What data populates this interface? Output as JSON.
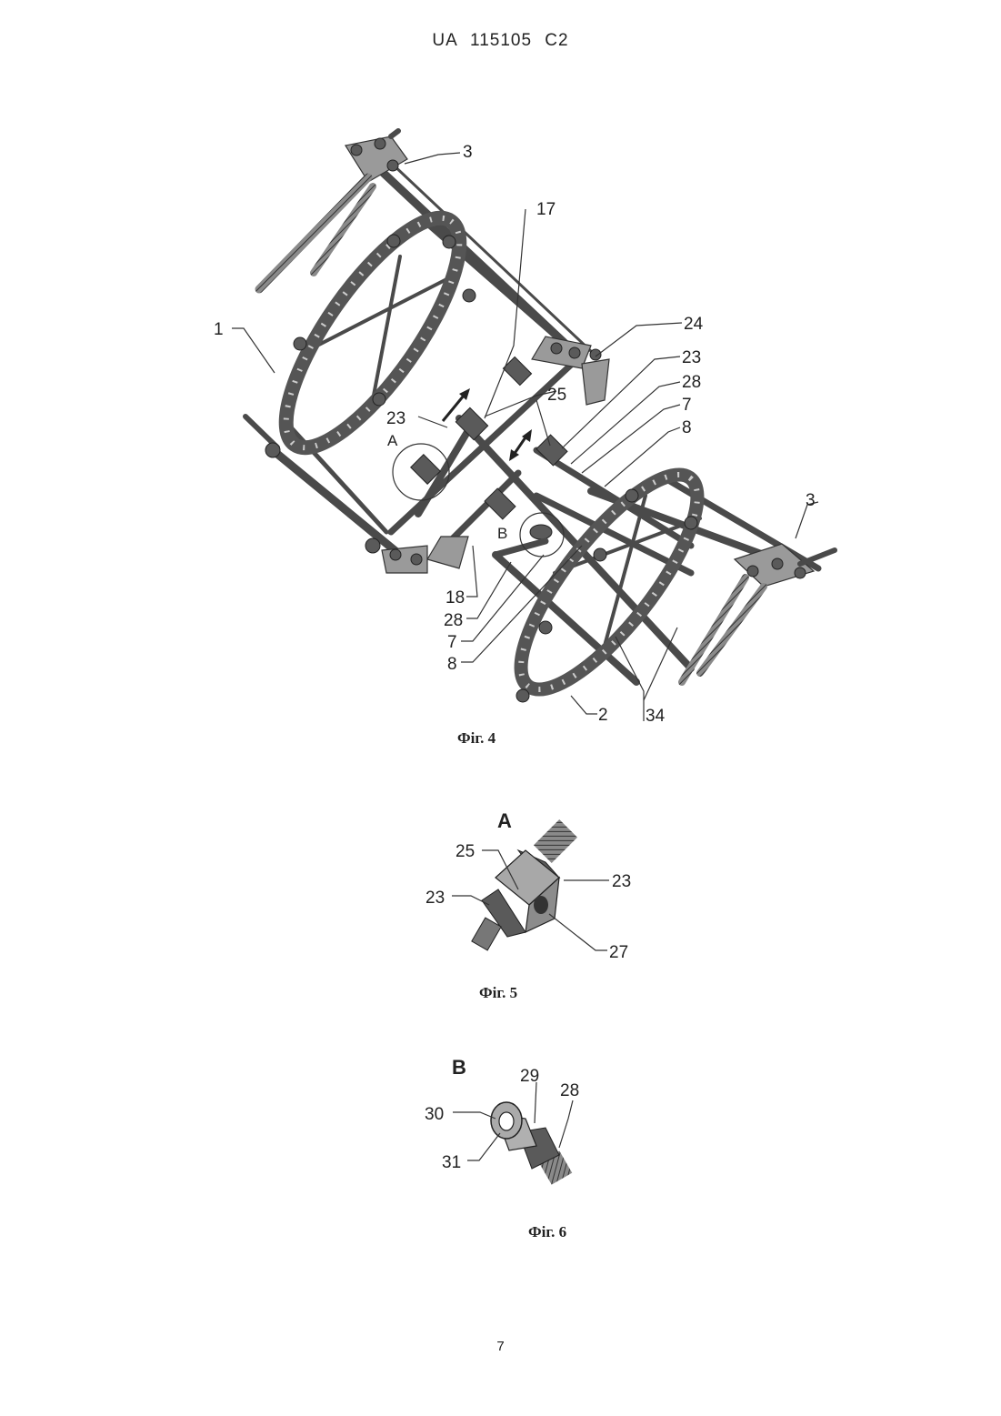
{
  "header": {
    "text": "UA   115105   C2"
  },
  "page_number": "7",
  "fig4": {
    "caption": "Фіг. 4",
    "detail_markers": [
      "A",
      "B"
    ],
    "labels": [
      "3",
      "17",
      "1",
      "24",
      "23",
      "28",
      "7",
      "8",
      "23",
      "25",
      "A",
      "B",
      "3",
      "18",
      "28",
      "7",
      "8",
      "2",
      "34"
    ]
  },
  "fig5": {
    "caption": "Фіг. 5",
    "title": "A",
    "labels": [
      "25",
      "23",
      "23",
      "27"
    ]
  },
  "fig6": {
    "caption": "Фіг. 6",
    "title": "B",
    "labels": [
      "29",
      "28",
      "30",
      "31"
    ]
  }
}
